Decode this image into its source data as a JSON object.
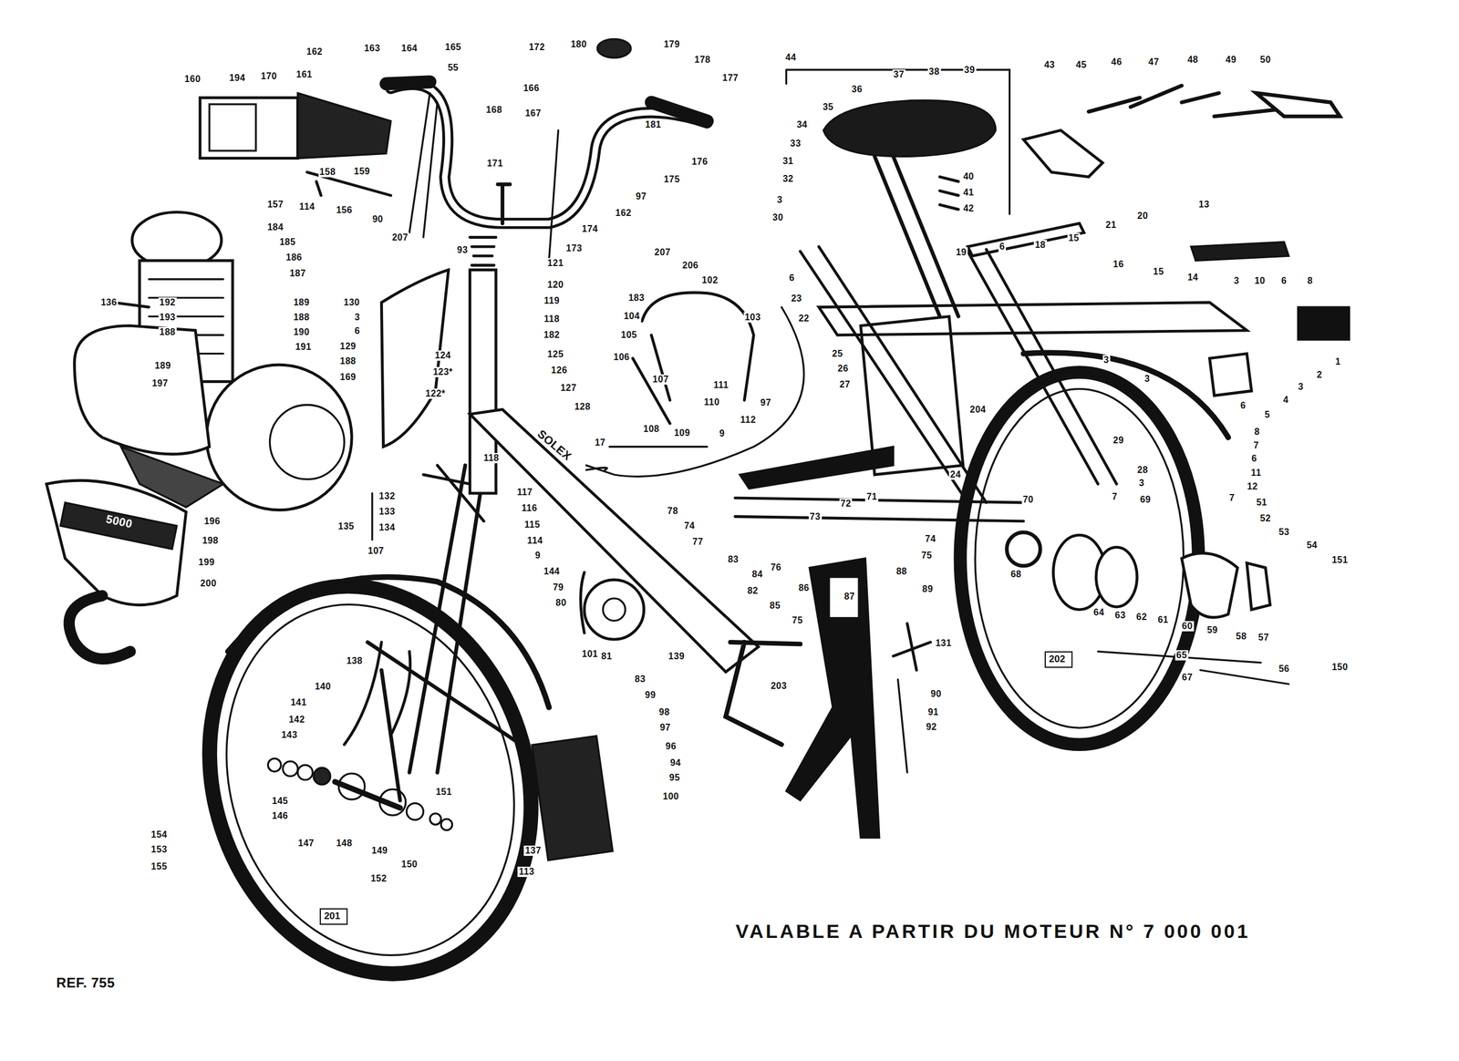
{
  "diagram": {
    "caption": "VALABLE A PARTIR DU MOTEUR N° 7 000 001",
    "nodes": [
      {
        "text": [
          "202"
        ]
      },
      {
        "text": [
          "201"
        ]
      }
    ],
    "edges": [],
    "labels": [
      "162",
      "163",
      "164",
      "165",
      "55",
      "160",
      "194",
      "170",
      "161",
      "166",
      "172",
      "180",
      "179",
      "178",
      "177",
      "168",
      "167",
      "171",
      "181",
      "176",
      "175",
      "97",
      "162",
      "158",
      "159",
      "157",
      "114",
      "156",
      "90",
      "207",
      "93",
      "173",
      "174",
      "121",
      "120",
      "119",
      "118",
      "182",
      "125",
      "126",
      "127",
      "128",
      "124",
      "123*",
      "122*",
      "184",
      "185",
      "186",
      "187",
      "136",
      "192",
      "193",
      "188",
      "189",
      "188",
      "190",
      "191",
      "189",
      "197",
      "130",
      "3",
      "6",
      "129",
      "188",
      "169",
      "196",
      "198",
      "199",
      "200",
      "118",
      "117",
      "116",
      "115",
      "114",
      "9",
      "132",
      "133",
      "134",
      "135",
      "107",
      "144",
      "79",
      "80",
      "81",
      "83",
      "101",
      "139",
      "138",
      "140",
      "141",
      "142",
      "143",
      "145",
      "146",
      "147",
      "148",
      "149",
      "151",
      "150",
      "152",
      "154",
      "153",
      "155",
      "137",
      "113",
      "99",
      "98",
      "97",
      "96",
      "94",
      "95",
      "100",
      "203",
      "85",
      "75",
      "84",
      "82",
      "83",
      "86",
      "88",
      "89",
      "87",
      "131",
      "90",
      "91",
      "92",
      "78",
      "74",
      "77",
      "76",
      "73",
      "72",
      "71",
      "74",
      "75",
      "70",
      "204",
      "207",
      "206",
      "102",
      "183",
      "104",
      "105",
      "103",
      "106",
      "107",
      "110",
      "111",
      "97",
      "112",
      "108",
      "109",
      "9",
      "17",
      "44",
      "43",
      "45",
      "46",
      "47",
      "48",
      "49",
      "50",
      "36",
      "37",
      "38",
      "39",
      "35",
      "34",
      "33",
      "31",
      "32",
      "3",
      "30",
      "40",
      "41",
      "42",
      "20",
      "21",
      "13",
      "19",
      "6",
      "18",
      "15",
      "16",
      "15",
      "14",
      "3",
      "10",
      "6",
      "8",
      "6",
      "23",
      "22",
      "25",
      "26",
      "27",
      "1",
      "2",
      "3",
      "4",
      "5",
      "6",
      "8",
      "7",
      "6",
      "11",
      "12",
      "7",
      "7",
      "29",
      "28",
      "3",
      "69",
      "24",
      "51",
      "52",
      "53",
      "54",
      "151",
      "150",
      "56",
      "57",
      "58",
      "59",
      "60",
      "61",
      "62",
      "63",
      "64",
      "65",
      "67",
      "68",
      "3",
      "3",
      "REF. 755",
      "SOLEX",
      "5000"
    ]
  }
}
